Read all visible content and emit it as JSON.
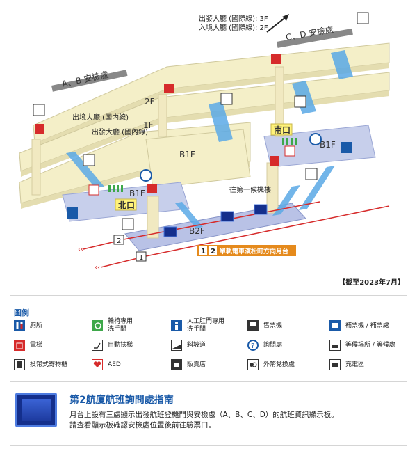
{
  "map": {
    "departure_hall": "出發大廳 (國際線): 3F",
    "arrival_hall": "入境大廳 (國際線): 2F",
    "checkpoint_ab": "A、B 安檢處",
    "checkpoint_cd": "C、D 安檢處",
    "floors": {
      "f2": "2F",
      "f1": "1F",
      "b1_center": "B1F",
      "b1_left": "B1F",
      "b1_right": "B1F",
      "b2": "B2F"
    },
    "domestic_arrival": "出境大廳 (国内線)",
    "domestic_departure": "出發大廳 (國內線)",
    "north_exit": "北口",
    "south_exit": "南口",
    "to_terminal1": "往第一候機樓",
    "monorail_label": "單軌電車濱松町方向月台",
    "platform_1": "1",
    "platform_2": "2",
    "badge_1": "1",
    "badge_2": "2"
  },
  "date_note": "【截至2023年7月】",
  "legend": {
    "title": "圖例",
    "items": [
      {
        "label": "廁所",
        "icon": "toilet-icon"
      },
      {
        "label": "輪椅專用\n洗手間",
        "icon": "wheelchair-restroom-icon"
      },
      {
        "label": "人工肛門專用\n洗手間",
        "icon": "ostomate-restroom-icon"
      },
      {
        "label": "售票機",
        "icon": "ticket-machine-icon"
      },
      {
        "label": "補票機 / 補票處",
        "icon": "fare-adjustment-icon"
      },
      {
        "label": "電梯",
        "icon": "elevator-icon"
      },
      {
        "label": "自動扶梯",
        "icon": "escalator-icon"
      },
      {
        "label": "斜坡道",
        "icon": "ramp-icon"
      },
      {
        "label": "詢問處",
        "icon": "information-icon"
      },
      {
        "label": "等候場所 / 等候處",
        "icon": "waiting-area-icon"
      },
      {
        "label": "投幣式寄物櫃",
        "icon": "coin-locker-icon"
      },
      {
        "label": "AED",
        "icon": "aed-icon"
      },
      {
        "label": "販賣店",
        "icon": "shop-icon"
      },
      {
        "label": "外幣兌換處",
        "icon": "currency-exchange-icon"
      },
      {
        "label": "充電區",
        "icon": "charging-icon"
      }
    ]
  },
  "info": {
    "title": "第2航廈航班詢問處指南",
    "text": "月台上設有三處顯示出發航班登機門與安檢處（A、B、C、D）的航班資訊顯示板。\n請查看顯示板確認安檢處位置後前往驗票口。"
  },
  "colors": {
    "floor": "#f4efc8",
    "floor_edge": "#d9d3a8",
    "b2": "#b9c2e6",
    "b1": "#c7cfeb",
    "escalator": "#5aa9e6",
    "accent_red": "#d62b2b",
    "accent_blue": "#1a5aa8",
    "platform_orange": "#e58a1c"
  }
}
